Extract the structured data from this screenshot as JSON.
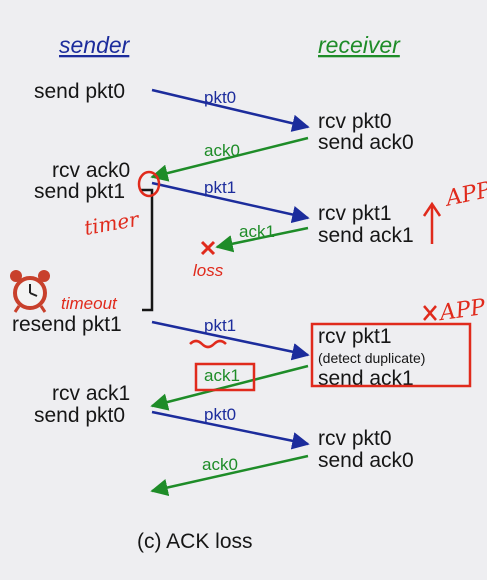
{
  "colors": {
    "sender": "#1c2c9c",
    "receiver": "#1e8c28",
    "annotation": "#e02a1c",
    "text": "#161616",
    "background": "#eeeef1"
  },
  "headers": {
    "sender": "sender",
    "receiver": "receiver"
  },
  "sender_events": [
    "send pkt0",
    "rcv ack0",
    "send pkt1",
    "resend pkt1",
    "rcv ack1",
    "send pkt0"
  ],
  "receiver_events": [
    "rcv pkt0",
    "send ack0",
    "rcv pkt1",
    "send ack1",
    "rcv pkt1",
    "(detect duplicate)",
    "send ack1",
    "rcv pkt0",
    "send ack0"
  ],
  "messages": [
    {
      "label": "pkt0",
      "direction": "to-receiver"
    },
    {
      "label": "ack0",
      "direction": "to-sender"
    },
    {
      "label": "pkt1",
      "direction": "to-receiver"
    },
    {
      "label": "ack1",
      "direction": "to-sender",
      "lost": true
    },
    {
      "label": "pkt1",
      "direction": "to-receiver"
    },
    {
      "label": "ack1",
      "direction": "to-sender"
    },
    {
      "label": "pkt0",
      "direction": "to-receiver"
    },
    {
      "label": "ack0",
      "direction": "to-sender"
    }
  ],
  "loss_label": "loss",
  "timeout_label": "timeout",
  "caption": "(c) ACK loss",
  "icons": {
    "timer": "alarm-clock-icon",
    "loss": "loss-x-icon"
  },
  "handwritten": {
    "timer_note": "timer",
    "app_note_top": "APP",
    "app_note_bottom": "APP"
  }
}
